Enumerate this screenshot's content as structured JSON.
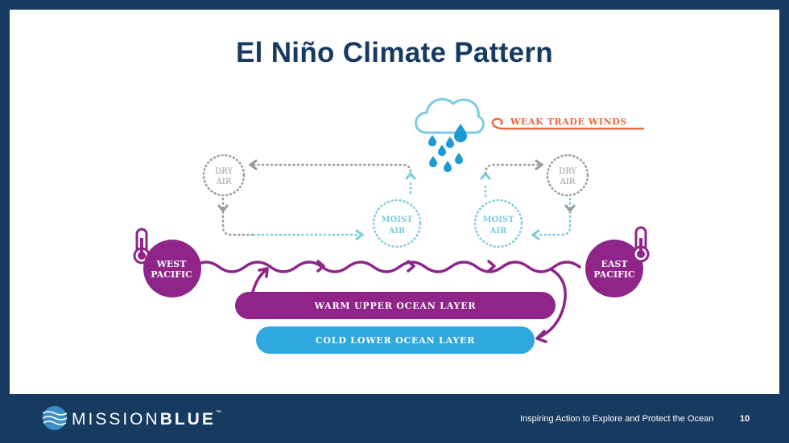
{
  "slide": {
    "title": "El Niño Climate Pattern"
  },
  "diagram": {
    "weak_trade_winds": "WEAK TRADE WINDS",
    "dry_air_left": [
      "DRY",
      "AIR"
    ],
    "dry_air_right": [
      "DRY",
      "AIR"
    ],
    "moist_air_left": [
      "MOIST",
      "AIR"
    ],
    "moist_air_right": [
      "MOIST",
      "AIR"
    ],
    "west_pacific": [
      "WEST",
      "PACIFIC"
    ],
    "east_pacific": [
      "EAST",
      "PACIFIC"
    ],
    "warm_layer": "WARM UPPER OCEAN LAYER",
    "cold_layer": "COLD LOWER OCEAN LAYER"
  },
  "footer": {
    "logo_light": "MISSION",
    "logo_bold": "BLUE",
    "logo_tm": "™",
    "tagline": "Inspiring Action to Explore and Protect the Ocean",
    "page_number": "10"
  },
  "colors": {
    "navy": "#173a61",
    "purple": "#8f2489",
    "blue": "#2fa8e0",
    "light_blue": "#7ecbe0",
    "gray": "#9a9a9a",
    "orange": "#ea6a43",
    "rain_blue": "#1d9ad6"
  },
  "icons": {
    "rain_cloud": "rain-cloud-icon",
    "thermometer": "thermometer-icon",
    "wind": "wind-icon",
    "logo": "ocean-logo-icon"
  }
}
